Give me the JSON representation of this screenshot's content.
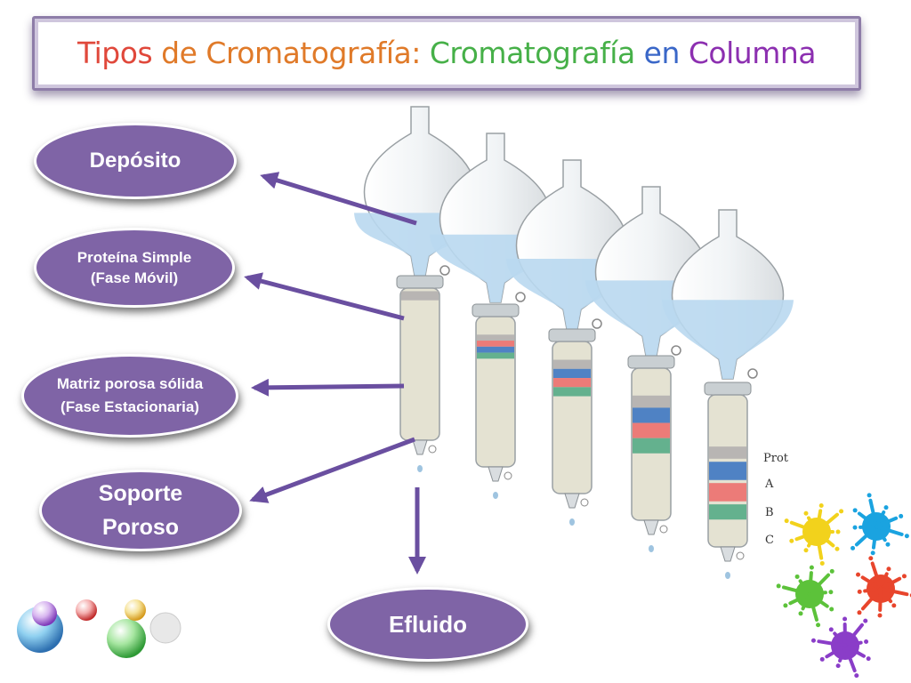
{
  "title": {
    "part1": "Tipos",
    "part2": "de",
    "part3": "Cromatografía:",
    "part4": "Cromatografía",
    "part5": "en",
    "part6": "Columna"
  },
  "labels": {
    "deposito": "Depósito",
    "proteina": "Proteína Simple (Fase Móvil)",
    "matriz": "Matriz porosa sólida (Fase Estacionaria)",
    "soporte": "Soporte Poroso",
    "efluido": "Efluido"
  },
  "legend": {
    "prot": "Prot",
    "a": "A",
    "b": "B",
    "c": "C"
  },
  "colors": {
    "oval": "#7f64a6",
    "arrow": "#6a4fa0",
    "liquid": "#b9d8ef",
    "column_fill": "#e4e2d2",
    "band_prot": "#b8b5b3",
    "band_a": "#4f82c4",
    "band_b": "#ec7b78",
    "band_c": "#64b18e"
  }
}
